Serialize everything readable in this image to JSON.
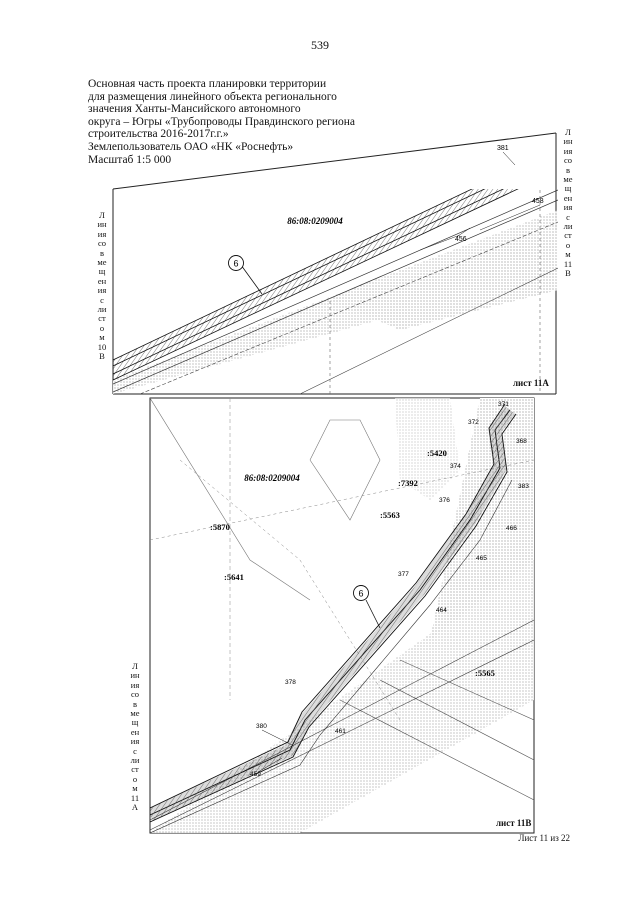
{
  "page_number": "539",
  "header_lines": [
    "Основная часть проекта планировки территории",
    "для размещения линейного объекта регионального",
    "значения Ханты-Мансийского автономного",
    "округа – Югры «Трубопроводы Правдинского региона",
    "строительства 2016-2017г.г.»",
    "Землепользователь ОАО «НК «Роснефть»",
    "Масштаб 1:5 000"
  ],
  "map_a": {
    "sheet_label": "лист 11А",
    "cadastral": "86:08:0209004",
    "pipeline_marker": "6",
    "points": [
      "381",
      "458",
      "456"
    ],
    "left_vertical": [
      "Л",
      "ин",
      "ия",
      "со",
      "в",
      "ме",
      "щ",
      "ен",
      "ия",
      "с",
      "ли",
      "ст",
      "о",
      "м",
      "10",
      "В"
    ],
    "right_vertical": [
      "Л",
      "ин",
      "ия",
      "со",
      "в",
      "ме",
      "щ",
      "ен",
      "ия",
      "с",
      "ли",
      "ст",
      "о",
      "м",
      "11",
      "В"
    ]
  },
  "map_b": {
    "sheet_label": "лист 11В",
    "cadastral": "86:08:0209004",
    "pipeline_marker": "6",
    "parcels": [
      ":5420",
      ":7392",
      ":5563",
      ":5870",
      ":5641",
      ":5565"
    ],
    "points": [
      "371",
      "372",
      "374",
      "376",
      "377",
      "378",
      "380",
      "383",
      "459",
      "461",
      "464",
      "465",
      "466",
      "368"
    ],
    "left_vertical": [
      "Л",
      "ин",
      "ия",
      "со",
      "в",
      "ме",
      "щ",
      "ен",
      "ия",
      "с",
      "ли",
      "ст",
      "о",
      "м",
      "11",
      "А"
    ]
  },
  "footer": "Лист 11 из 22"
}
